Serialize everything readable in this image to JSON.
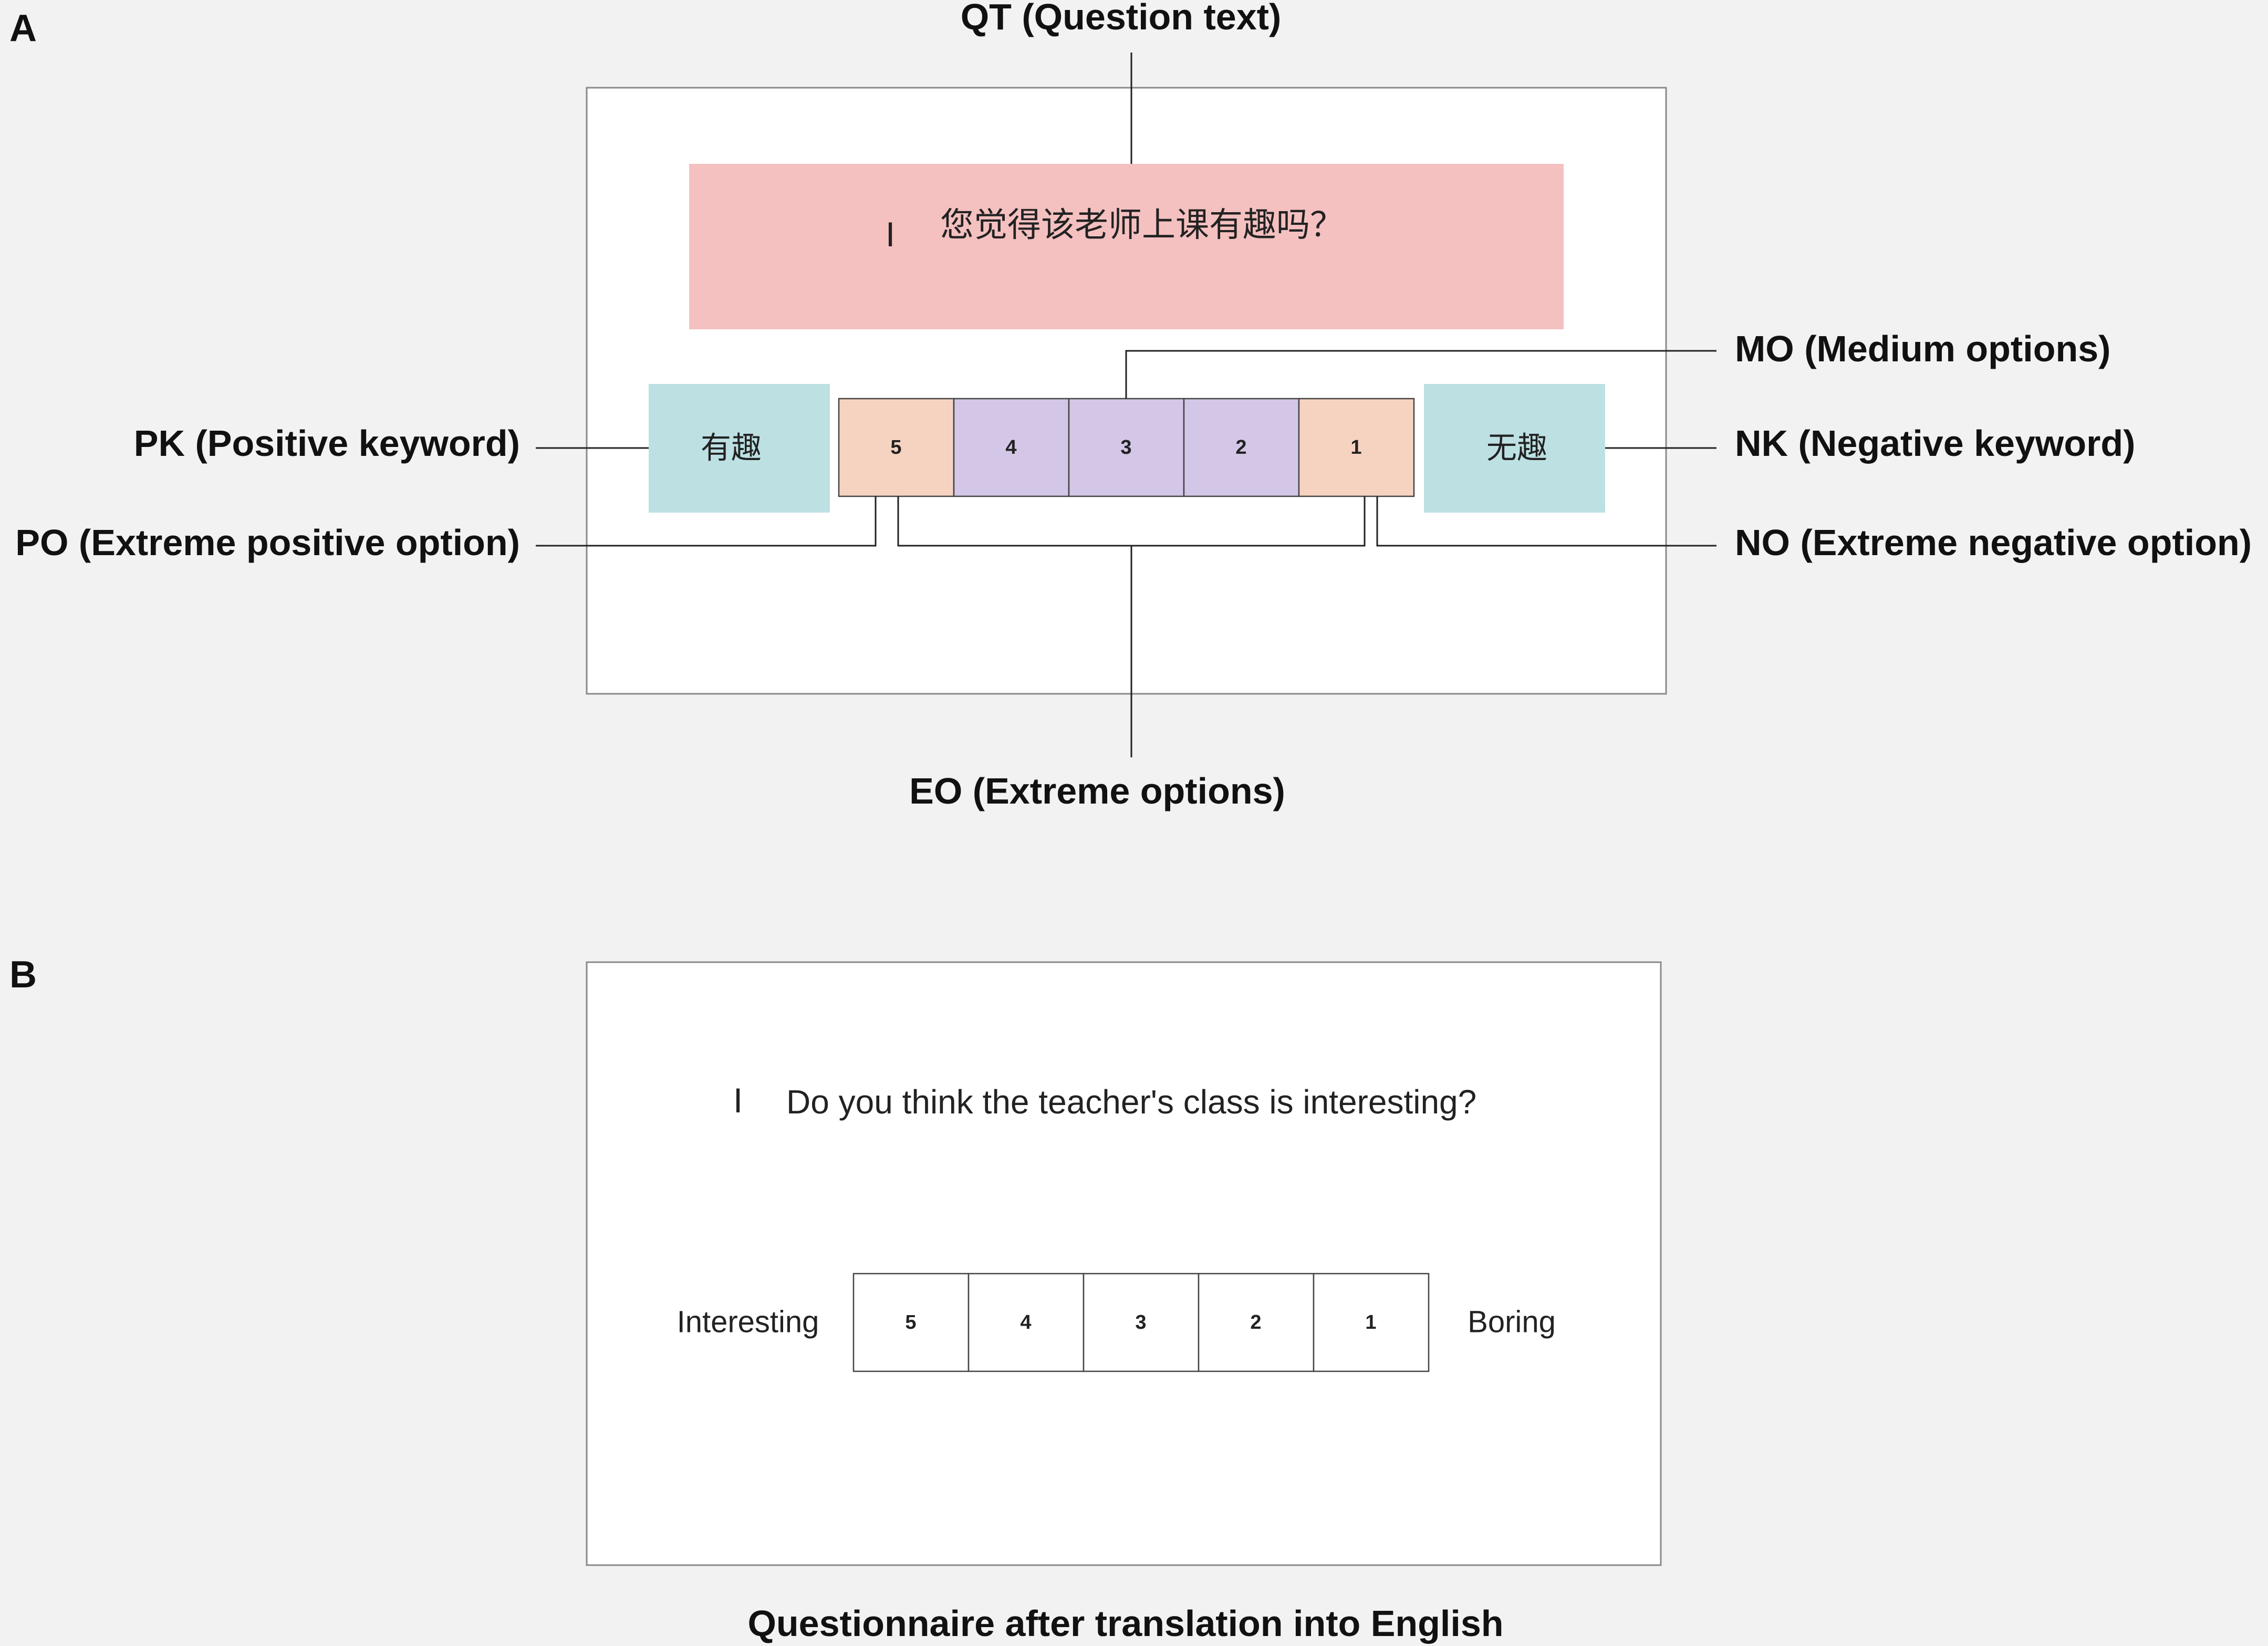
{
  "panel_a": {
    "label": "A",
    "question_marker": "I",
    "question_text": "您觉得该老师上课有趣吗？",
    "positive_keyword": "有趣",
    "negative_keyword": "无趣",
    "options": [
      "5",
      "4",
      "3",
      "2",
      "1"
    ],
    "callouts": {
      "qt": "QT (Question text)",
      "mo": "MO (Medium options)",
      "pk": "PK (Positive keyword)",
      "nk": "NK (Negative keyword)",
      "po": "PO (Extreme positive option)",
      "no": "NO (Extreme negative option)",
      "eo": "EO (Extreme options)"
    }
  },
  "panel_b": {
    "label": "B",
    "question_marker": "I",
    "question_text": "Do you think the teacher's class is interesting?",
    "positive_keyword": "Interesting",
    "negative_keyword": "Boring",
    "options": [
      "5",
      "4",
      "3",
      "2",
      "1"
    ],
    "caption": "Questionnaire after translation into English"
  },
  "colors": {
    "background": "#f2f2f2",
    "question_fill": "#f4c1c0",
    "keyword_fill": "#bde0e3",
    "extreme_fill": "#f6d3c1",
    "medium_fill": "#d3c6e6"
  }
}
